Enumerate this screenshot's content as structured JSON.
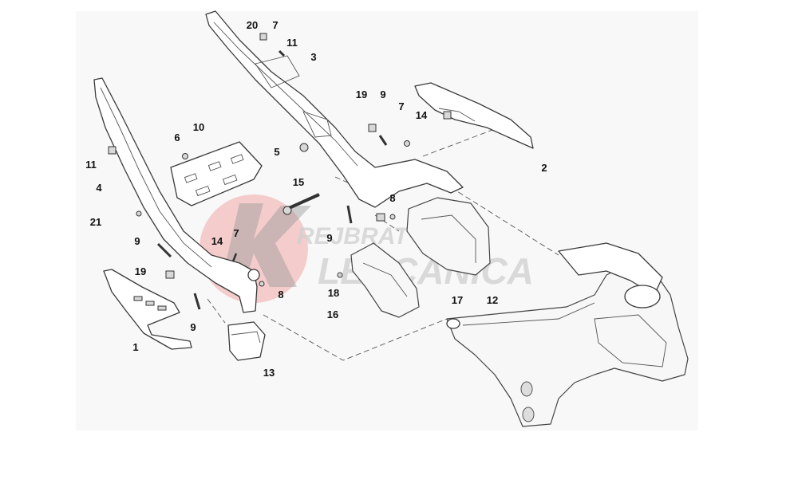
{
  "colors": {
    "background": "#ffffff",
    "panel": "#f8f8f8",
    "line": "#3a3a3a",
    "watermark_red": "#e8332f",
    "watermark_gray": "#c8c8c8"
  },
  "watermark": {
    "line1": "REJBRAT",
    "line2": "LECCANICA"
  },
  "callouts": {
    "c20": "20",
    "c7a": "7",
    "c11a": "11",
    "c3": "3",
    "c19a": "19",
    "c9a": "9",
    "c7b": "7",
    "c14a": "14",
    "c2": "2",
    "c10": "10",
    "c6": "6",
    "c5": "5",
    "c11b": "11",
    "c4": "4",
    "c15": "15",
    "c8a": "8",
    "c9b": "9",
    "c21": "21",
    "c9c": "9",
    "c14b": "14",
    "c7c": "7",
    "c19b": "19",
    "c8b": "8",
    "c18": "18",
    "c16": "16",
    "c17": "17",
    "c12": "12",
    "c9d": "9",
    "c1": "1",
    "c13": "13"
  }
}
